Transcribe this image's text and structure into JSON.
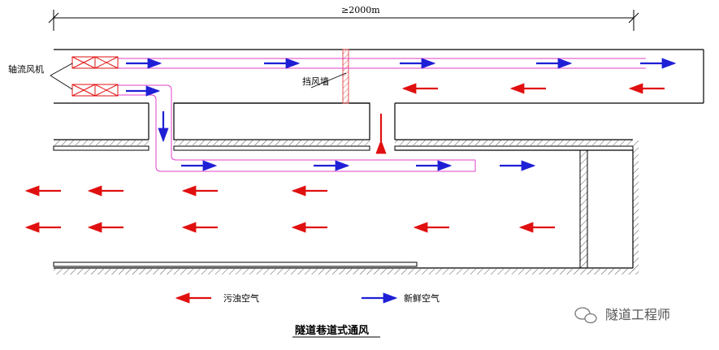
{
  "dimension": {
    "label": "≥2000m"
  },
  "labels": {
    "fan": "轴流风机",
    "wall": "挡风墙",
    "dirty_air": "污浊空气",
    "fresh_air": "新鲜空气",
    "title": "隧道巷道式通风"
  },
  "watermark": {
    "text": "隧道工程师",
    "icon": "wechat-icon"
  },
  "colors": {
    "fresh": "#1f1fd6",
    "dirty": "#e01010",
    "duct": "#e040c8",
    "hatch": "#888888"
  }
}
